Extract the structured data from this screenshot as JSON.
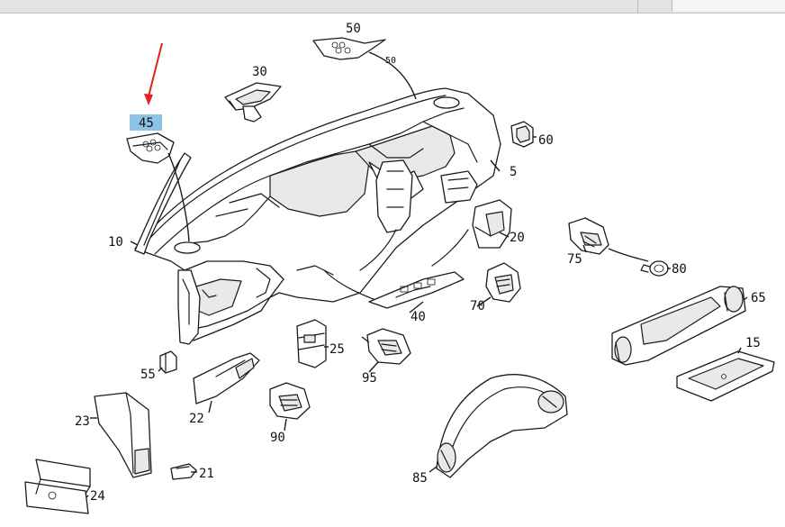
{
  "highlight_color": "#8fc3e6",
  "arrow_color": "#e0231c",
  "callouts": {
    "c5": "5",
    "c10": "10",
    "c15": "15",
    "c20": "20",
    "c21": "21",
    "c22": "22",
    "c23": "23",
    "c24": "24",
    "c25": "25",
    "c30": "30",
    "c40": "40",
    "c45": "45",
    "c50": "50",
    "c50_small": "50",
    "c55": "55",
    "c60": "60",
    "c65": "65",
    "c70": "70",
    "c75": "75",
    "c80": "80",
    "c85": "85",
    "c90": "90",
    "c95": "95"
  }
}
